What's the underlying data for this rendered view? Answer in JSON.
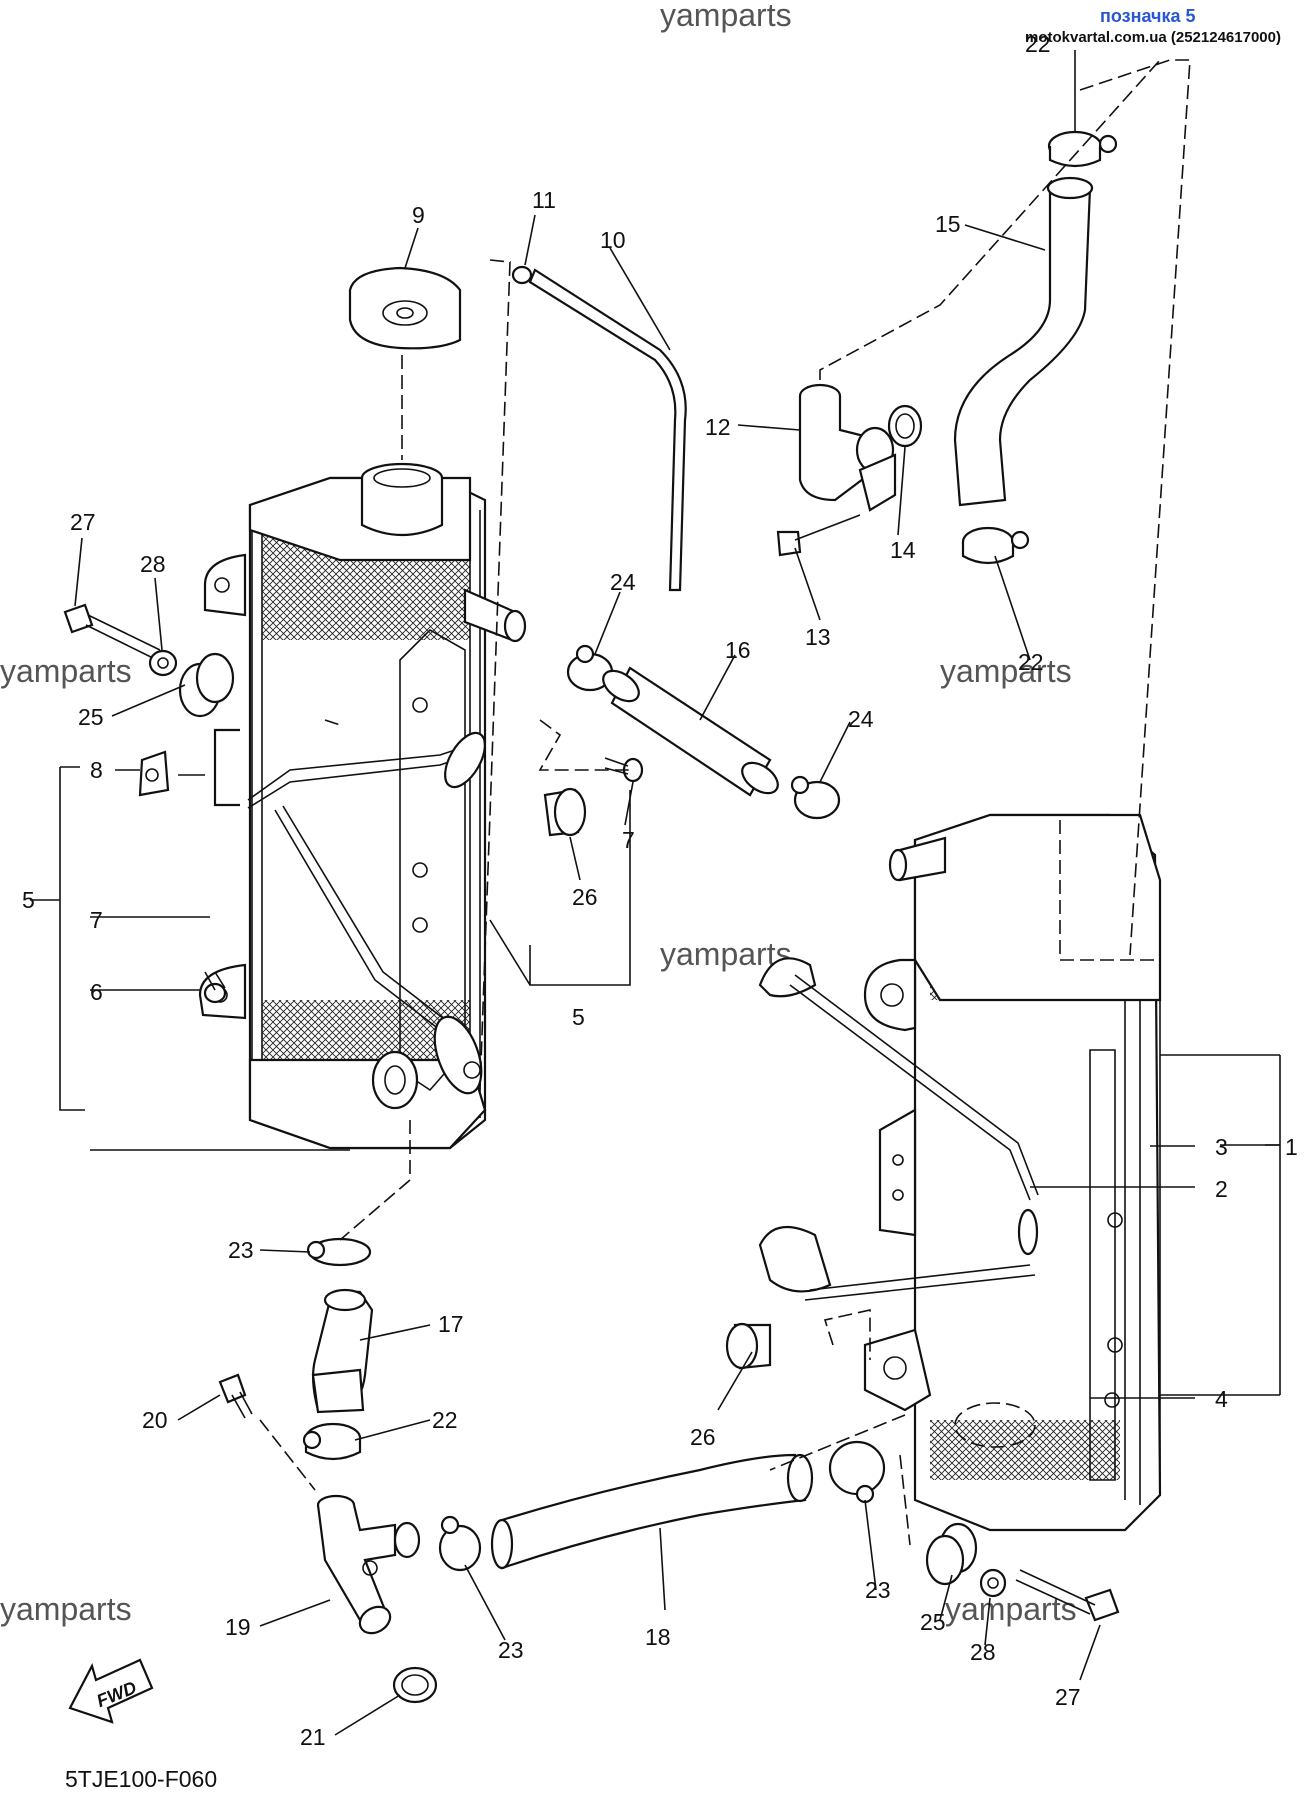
{
  "watermarks": [
    "yamparts",
    "yamparts",
    "yamparts",
    "yamparts",
    "yamparts"
  ],
  "header": {
    "badge": "позначка 5",
    "source": "motokvartal.com.ua (252124617000)"
  },
  "footer": {
    "diagram_code": "5TJE100-F060",
    "fwd_label": "FWD"
  },
  "labels": {
    "p1": "1",
    "p2": "2",
    "p3": "3",
    "p4": "4",
    "p5a": "5",
    "p5b": "5",
    "p6": "6",
    "p7a": "7",
    "p7b": "7",
    "p8": "8",
    "p9": "9",
    "p10": "10",
    "p11": "11",
    "p12": "12",
    "p13": "13",
    "p14": "14",
    "p15": "15",
    "p16": "16",
    "p17": "17",
    "p18": "18",
    "p19": "19",
    "p20": "20",
    "p21": "21",
    "p22a": "22",
    "p22b": "22",
    "p22c": "22",
    "p23a": "23",
    "p23b": "23",
    "p23c": "23",
    "p24a": "24",
    "p24b": "24",
    "p25a": "25",
    "p25b": "25",
    "p26a": "26",
    "p26b": "26",
    "p27a": "27",
    "p27b": "27",
    "p28a": "28",
    "p28b": "28"
  }
}
